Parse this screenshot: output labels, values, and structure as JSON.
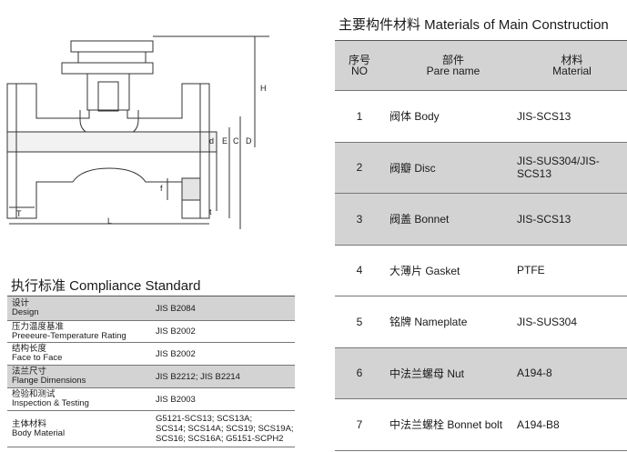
{
  "drawing": {
    "labels": {
      "H": "H",
      "D": "D",
      "C": "C",
      "E": "E",
      "d": "d",
      "f": "f",
      "t": "t",
      "T": "T",
      "L": "L"
    }
  },
  "compliance": {
    "title": "执行标准 Compliance Standard",
    "rows": [
      {
        "zh": "设计",
        "en": "Design",
        "value": "JIS B2084"
      },
      {
        "zh": "压力温度基准",
        "en": "Preeeure-Temperature Rating",
        "value": "JIS B2002"
      },
      {
        "zh": "结构长度",
        "en": "Face to Face",
        "value": "JIS B2002"
      },
      {
        "zh": "法兰尺寸",
        "en": "Flange Dimensions",
        "value": "JIS B2212; JIS B2214"
      },
      {
        "zh": "检验和测试",
        "en": "Inspection & Testing",
        "value": "JIS B2003"
      },
      {
        "zh": "主体材料",
        "en": "Body Material",
        "value": "G5121-SCS13; SCS13A;",
        "value2": "SCS14; SCS14A; SCS19; SCS19A;",
        "value3": "SCS16; SCS16A; G5151-SCPH2"
      }
    ]
  },
  "materials": {
    "title": "主要构件材料 Materials of Main Construction",
    "header": {
      "no_zh": "序号",
      "no_en": "NO",
      "part_zh": "部件",
      "part_en": "Pare name",
      "mat_zh": "材料",
      "mat_en": "Material"
    },
    "rows": [
      {
        "no": "1",
        "part": "阀体 Body",
        "material": "JIS-SCS13"
      },
      {
        "no": "2",
        "part": "阀瓣 Disc",
        "material": "JIS-SUS304/JIS-SCS13"
      },
      {
        "no": "3",
        "part": "阀盖 Bonnet",
        "material": "JIS-SCS13"
      },
      {
        "no": "4",
        "part": "大薄片 Gasket",
        "material": "PTFE"
      },
      {
        "no": "5",
        "part": "铭牌 Nameplate",
        "material": "JIS-SUS304"
      },
      {
        "no": "6",
        "part": "中法兰螺母 Nut",
        "material": "A194-8"
      },
      {
        "no": "7",
        "part": "中法兰螺栓 Bonnet bolt",
        "material": "A194-B8"
      }
    ]
  }
}
